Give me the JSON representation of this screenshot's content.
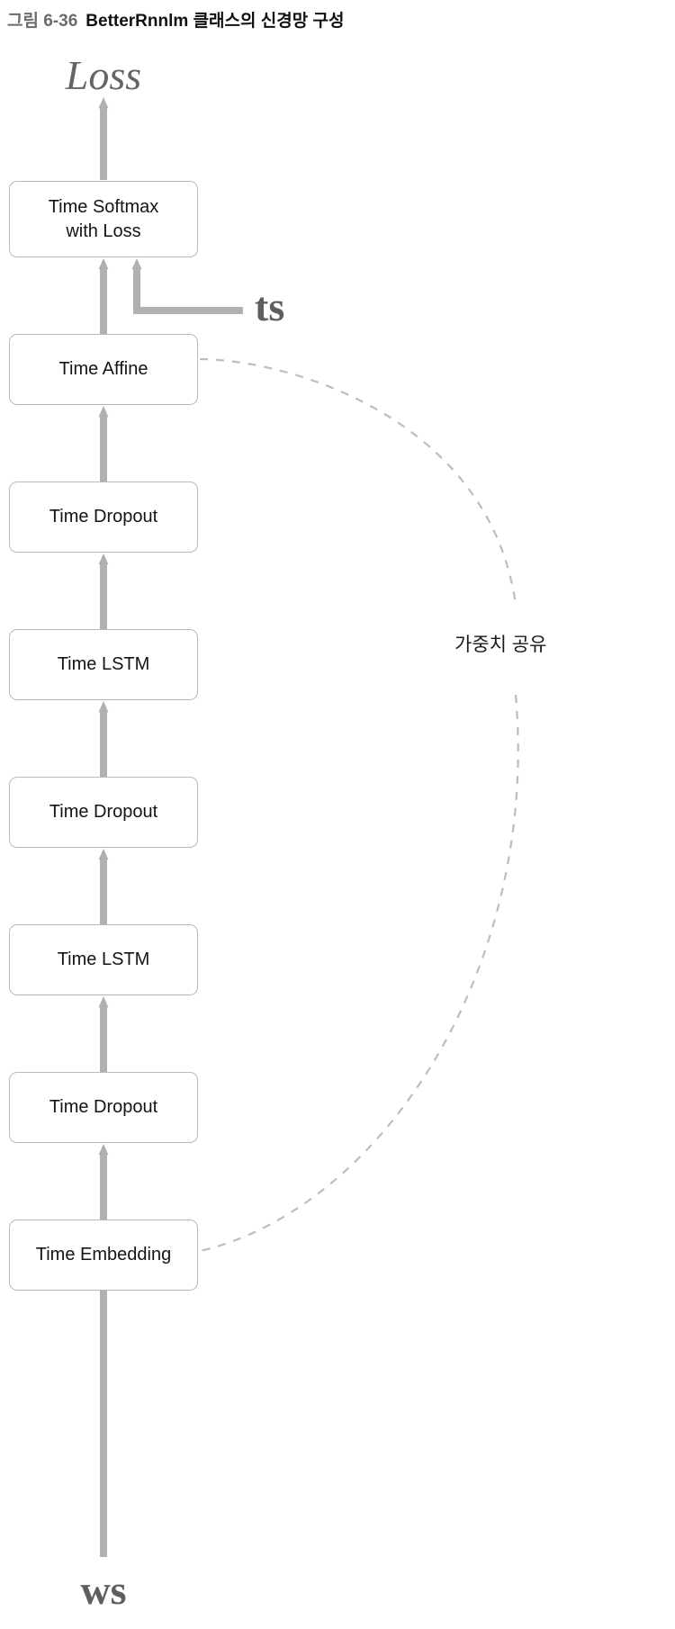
{
  "figure": {
    "number": "그림 6-36",
    "title": "BetterRnnlm 클래스의 신경망 구성"
  },
  "diagram": {
    "type": "neural-network-stack",
    "input_label": "ws",
    "output_label": "Loss",
    "teacher_label": "ts",
    "annotation_label": "가중치 공유",
    "colors": {
      "box_border": "#b9b9b9",
      "arrow": "#b0b0b0",
      "dashed": "#bdbdbd",
      "label_gray": "#5e5e5e",
      "text": "#141414"
    },
    "layers": [
      {
        "id": "softmax",
        "label": "Time Softmax\nwith Loss",
        "line1": "Time Softmax",
        "line2": "with Loss"
      },
      {
        "id": "affine",
        "label": "Time Affine"
      },
      {
        "id": "dropout3",
        "label": "Time Dropout"
      },
      {
        "id": "lstm2",
        "label": "Time LSTM"
      },
      {
        "id": "dropout2",
        "label": "Time Dropout"
      },
      {
        "id": "lstm1",
        "label": "Time LSTM"
      },
      {
        "id": "dropout1",
        "label": "Time Dropout"
      },
      {
        "id": "embedding",
        "label": "Time Embedding"
      }
    ],
    "weight_sharing": {
      "from": "Time Embedding",
      "to": "Time Affine",
      "note": "가중치 공유"
    }
  }
}
